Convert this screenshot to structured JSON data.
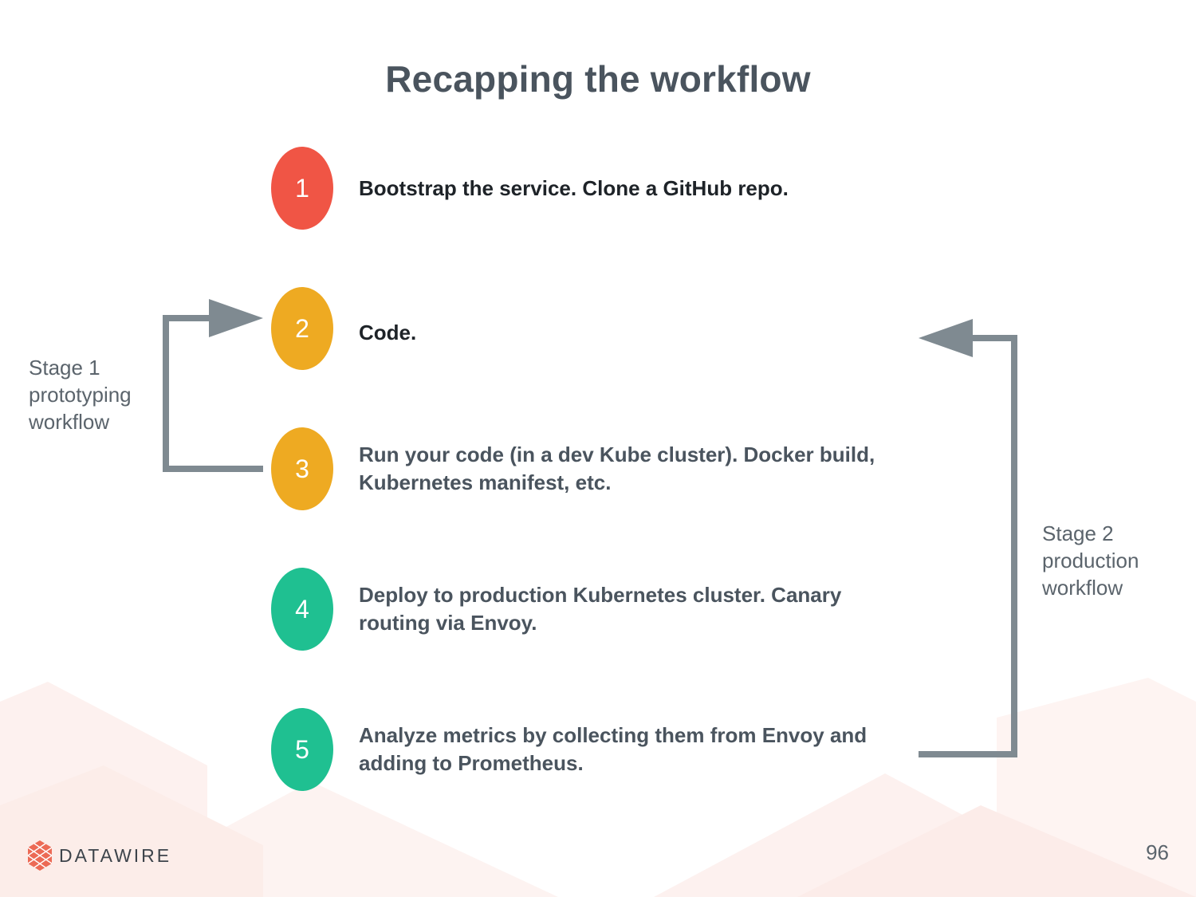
{
  "title": "Recapping the workflow",
  "steps": [
    {
      "number": "1",
      "text": "Bootstrap the service. Clone a GitHub repo.",
      "color": "#f05545"
    },
    {
      "number": "2",
      "text": "Code.",
      "color": "#eeaa22"
    },
    {
      "number": "3",
      "text": "Run your code (in a dev Kube cluster). Docker build, Kubernetes manifest, etc.",
      "color": "#eeaa22"
    },
    {
      "number": "4",
      "text": "Deploy to production Kubernetes cluster. Canary routing via Envoy.",
      "color": "#1fc091"
    },
    {
      "number": "5",
      "text": "Analyze metrics by collecting them from Envoy and adding to Prometheus.",
      "color": "#1fc091"
    }
  ],
  "stage1": {
    "line1": "Stage 1",
    "line2": "prototyping",
    "line3": "workflow"
  },
  "stage2": {
    "line1": "Stage 2",
    "line2": "production",
    "line3": "workflow"
  },
  "arrow_color": "#7f8a91",
  "brand": "DATAWIRE",
  "page_number": "96"
}
